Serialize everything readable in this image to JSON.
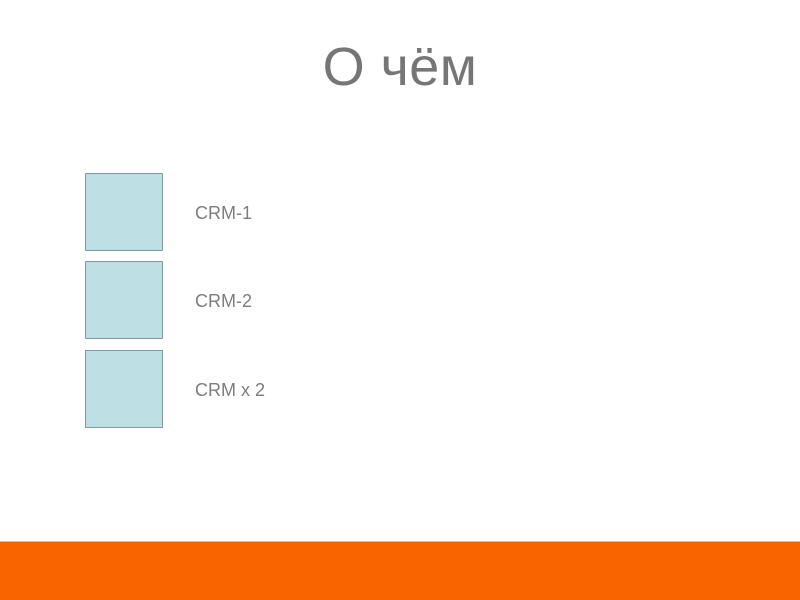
{
  "slide": {
    "title": "О чём",
    "background_color": "#ffffff",
    "title_color": "#767676"
  },
  "diagram": {
    "node_fill_color": "#bee0e4",
    "node_border_color": "#7f9ba3",
    "label_color": "#7d7d7d",
    "items": [
      {
        "label": "CRM-1"
      },
      {
        "label": "CRM-2"
      },
      {
        "label": "CRM x 2"
      }
    ]
  },
  "footer": {
    "accent_color": "#fa6400"
  }
}
